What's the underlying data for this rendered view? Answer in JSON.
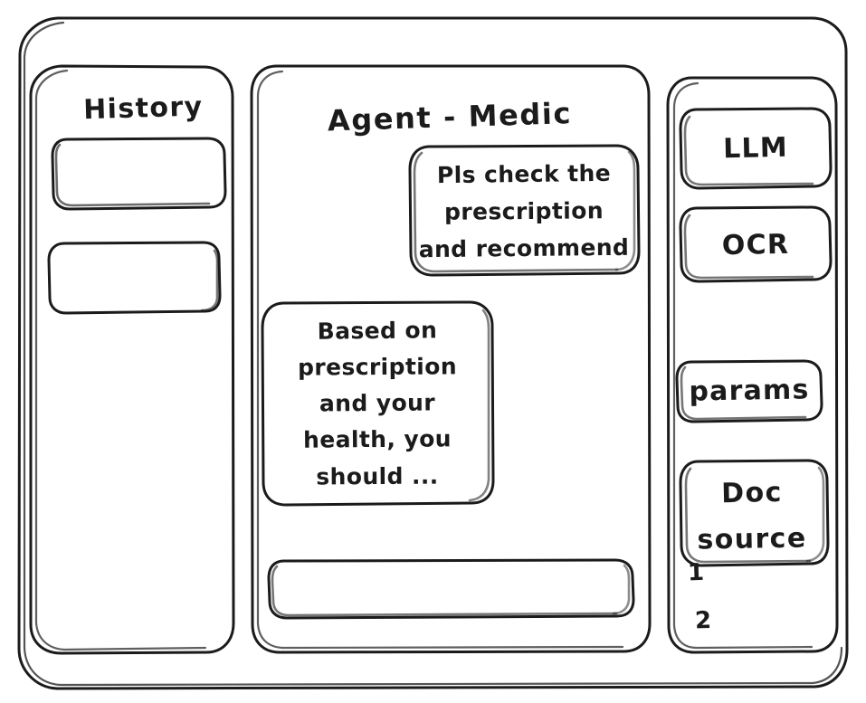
{
  "app": {
    "style": "hand-drawn wireframe sketch",
    "stroke_color": "#1b1b1b",
    "background_color": "#ffffff"
  },
  "left_panel": {
    "title": "History",
    "items": [
      {
        "label": ""
      },
      {
        "label": ""
      }
    ]
  },
  "center_panel": {
    "title": "Agent - Medic",
    "messages": [
      {
        "role": "user",
        "align": "right",
        "lines": [
          "Pls check the",
          "prescription",
          "and recommend"
        ]
      },
      {
        "role": "assistant",
        "align": "left",
        "lines": [
          "Based on",
          "prescription",
          "and your",
          "health, you",
          "should ..."
        ]
      }
    ],
    "composer": {
      "value": "",
      "placeholder": ""
    }
  },
  "right_panel": {
    "buttons": [
      {
        "label": "LLM"
      },
      {
        "label": "OCR"
      },
      {
        "label": "params"
      }
    ],
    "doc_source": {
      "lines": [
        "Doc",
        "source"
      ],
      "list": [
        "1",
        "2"
      ]
    }
  }
}
